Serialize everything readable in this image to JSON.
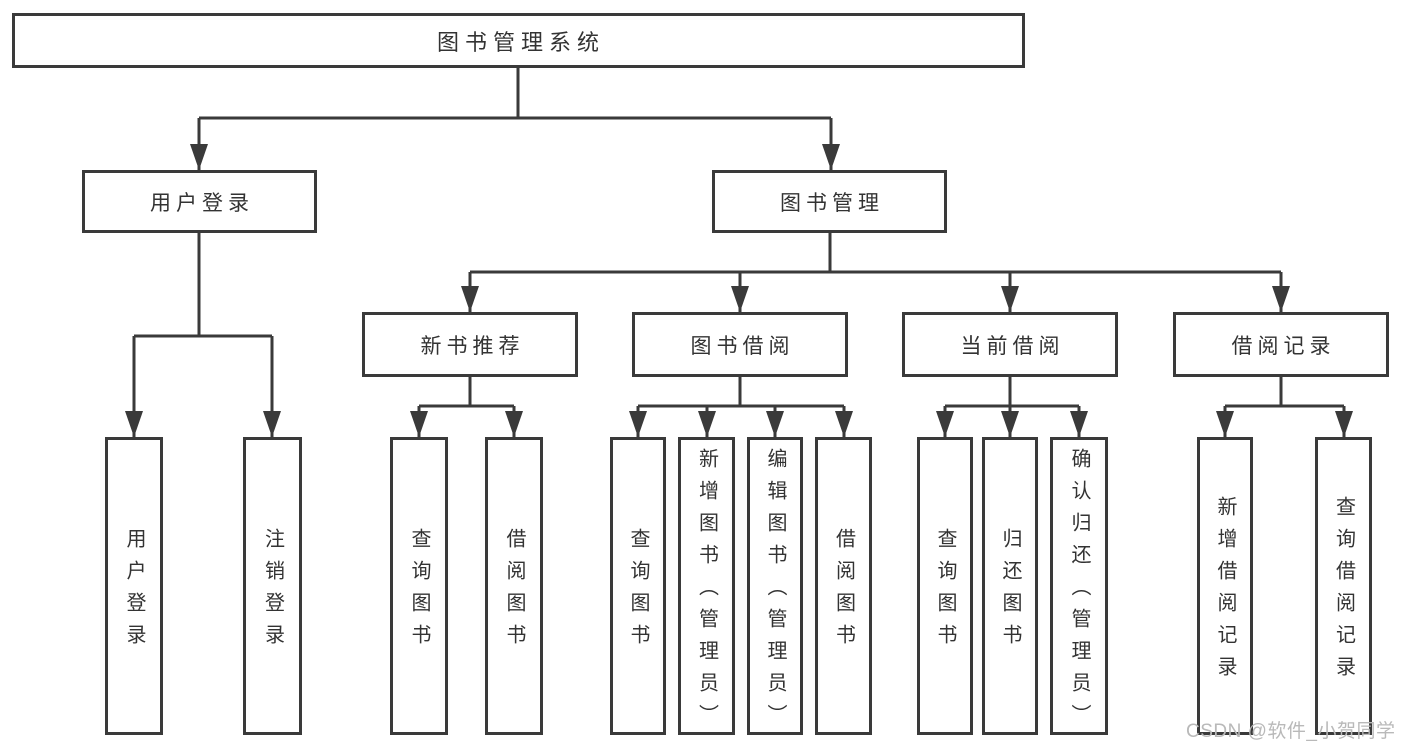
{
  "tree": {
    "label": "图书管理系统",
    "children": [
      {
        "label": "用户登录",
        "children": [
          {
            "label": "用户登录"
          },
          {
            "label": "注销登录"
          }
        ]
      },
      {
        "label": "图书管理",
        "children": [
          {
            "label": "新书推荐",
            "children": [
              {
                "label": "查询图书"
              },
              {
                "label": "借阅图书"
              }
            ]
          },
          {
            "label": "图书借阅",
            "children": [
              {
                "label": "查询图书"
              },
              {
                "label": "新增图书（管理员）"
              },
              {
                "label": "编辑图书（管理员）"
              },
              {
                "label": "借阅图书"
              }
            ]
          },
          {
            "label": "当前借阅",
            "children": [
              {
                "label": "查询图书"
              },
              {
                "label": "归还图书"
              },
              {
                "label": "确认归还（管理员）"
              }
            ]
          },
          {
            "label": "借阅记录",
            "children": [
              {
                "label": "新增借阅记录"
              },
              {
                "label": "查询借阅记录"
              }
            ]
          }
        ]
      }
    ]
  },
  "colors": {
    "line": "#3a3a3a",
    "text": "#333333",
    "watermark": "#b9b9b9",
    "background": "#ffffff"
  },
  "watermark": "CSDN @软件_小贺同学"
}
